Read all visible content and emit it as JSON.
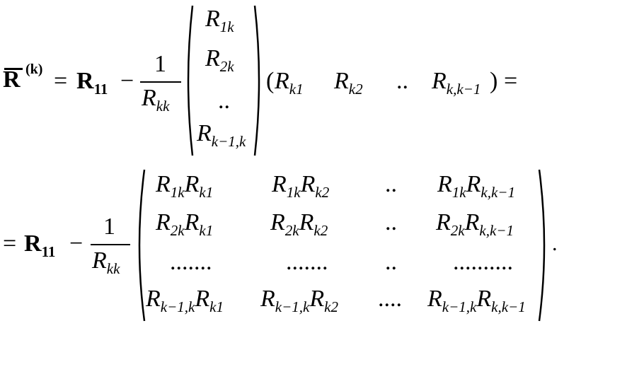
{
  "eq1": {
    "lhs_symbol": "R",
    "lhs_sup": "(k)",
    "equals": "=",
    "r11_symbol": "R",
    "r11_sub": "11",
    "minus": "−",
    "frac_num": "1",
    "frac_den_symbol": "R",
    "frac_den_sub": "kk",
    "column": [
      {
        "sym": "R",
        "sub": "1k"
      },
      {
        "sym": "R",
        "sub": "2k"
      },
      {
        "dots": ".."
      },
      {
        "sym": "R",
        "sub": "k−1,k"
      }
    ],
    "row": [
      {
        "sym": "R",
        "sub": "k1"
      },
      {
        "sym": "R",
        "sub": "k2"
      },
      {
        "dots": ".."
      },
      {
        "sym": "R",
        "sub": "k,k−1"
      }
    ],
    "open_paren": "(",
    "close_paren": ")",
    "trailing_equals": "="
  },
  "eq2": {
    "equals": "=",
    "r11_symbol": "R",
    "r11_sub": "11",
    "minus": "−",
    "frac_num": "1",
    "frac_den_symbol": "R",
    "frac_den_sub": "kk",
    "matrix": [
      [
        {
          "a": "R",
          "as": "1k",
          "b": "R",
          "bs": "k1"
        },
        {
          "a": "R",
          "as": "1k",
          "b": "R",
          "bs": "k2"
        },
        {
          "dots": ".."
        },
        {
          "a": "R",
          "as": "1k",
          "b": "R",
          "bs": "k,k−1"
        }
      ],
      [
        {
          "a": "R",
          "as": "2k",
          "b": "R",
          "bs": "k1"
        },
        {
          "a": "R",
          "as": "2k",
          "b": "R",
          "bs": "k2"
        },
        {
          "dots": ".."
        },
        {
          "a": "R",
          "as": "2k",
          "b": "R",
          "bs": "k,k−1"
        }
      ],
      [
        {
          "dots": "......."
        },
        {
          "dots": "......."
        },
        {
          "dots": ".."
        },
        {
          "dots": ".........."
        }
      ],
      [
        {
          "a": "R",
          "as": "k−1,k",
          "b": "R",
          "bs": "k1"
        },
        {
          "a": "R",
          "as": "k−1,k",
          "b": "R",
          "bs": "k2"
        },
        {
          "dots": "...."
        },
        {
          "a": "R",
          "as": "k−1,k",
          "b": "R",
          "bs": "k,k−1"
        }
      ]
    ],
    "period": "."
  }
}
